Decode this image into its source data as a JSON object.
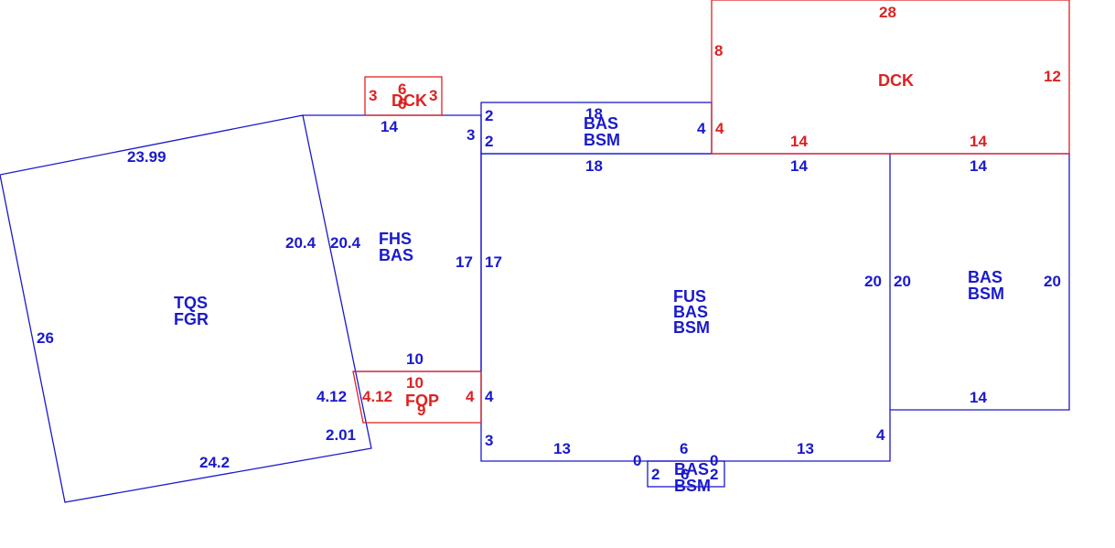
{
  "colors": {
    "living": "#1a1acc",
    "exterior": "#dd2222",
    "background": "#ffffff"
  },
  "areas": {
    "garage": [
      "TQS",
      "FGR"
    ],
    "first_half_story": [
      "FHS",
      "BAS"
    ],
    "main": [
      "FUS",
      "BAS",
      "BSM"
    ],
    "east_wing": [
      "BAS",
      "BSM"
    ],
    "north_strip": [
      "BAS",
      "BSM"
    ],
    "bay": [
      "BAS",
      "BSM"
    ],
    "porch": [
      "FOP"
    ],
    "deck_large": [
      "DCK"
    ],
    "deck_small": [
      "DCK"
    ]
  },
  "dimensions": {
    "garage": {
      "top": "23.99",
      "left": "26",
      "bottom": "24.2",
      "right": "20.4",
      "right_low": "4.12",
      "corner": "2.01"
    },
    "fhs": {
      "top": "14",
      "left": "20.4",
      "right": "17",
      "bottom": "10"
    },
    "main": {
      "top": "18",
      "left": "17",
      "right": "20",
      "left_low_1": "4",
      "left_low_2": "3",
      "right_low": "4",
      "bottom_left": "13",
      "bottom_right": "13",
      "bottom_mid": "6",
      "bottom_zero_1": "0",
      "bottom_zero_2": "0",
      "top_right": "14"
    },
    "north_strip": {
      "top": "18",
      "left_top": "2",
      "left_bottom": "2",
      "left_outer": "3",
      "right": "4"
    },
    "east_wing": {
      "top": "14",
      "left": "20",
      "right": "20",
      "bottom": "14"
    },
    "porch": {
      "top": "10",
      "left": "4.12",
      "right": "4",
      "bottom": "9"
    },
    "deck_large": {
      "top": "28",
      "left": "8",
      "right": "12",
      "bottom_left": "14",
      "bottom_right": "14",
      "left_low": "4"
    },
    "deck_small": {
      "left": "3",
      "top": "6",
      "right": "3",
      "bottom": "6"
    },
    "bay": {
      "left": "2",
      "bottom": "6",
      "right": "2"
    }
  }
}
